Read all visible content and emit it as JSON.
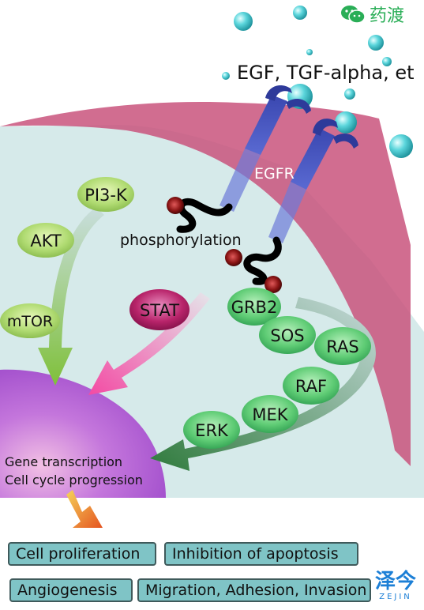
{
  "ligand_label": "EGF, TGF-alpha, et",
  "receptor_label": "EGFR",
  "phosphorylation_label": "phosphorylation",
  "nodes": {
    "pi3k": "PI3-K",
    "akt": "AKT",
    "mtor": "mTOR",
    "stat": "STAT",
    "grb2": "GRB2",
    "sos": "SOS",
    "ras": "RAS",
    "raf": "RAF",
    "mek": "MEK",
    "erk": "ERK"
  },
  "nucleus_text": {
    "line1": "Gene transcription",
    "line2": "Cell cycle progression"
  },
  "outcomes": [
    "Cell proliferation",
    "Inhibition of apoptosis",
    "Angiogenesis",
    "Migration, Adhesion, Invasion"
  ],
  "watermarks": {
    "top_right": "药渡",
    "bottom_right_cn": "泽今",
    "bottom_right_en": "ZEJIN"
  },
  "colors": {
    "cytoplasm": "#d6eaea",
    "membrane": "#c9547d",
    "receptor": "#3d4fb3",
    "node_green": "#6ccf7c",
    "node_lightgreen": "#b2dc79",
    "stat": "#b8246a",
    "nucleus": "#b55bd0",
    "outcome_box": "#7fc4c6"
  }
}
